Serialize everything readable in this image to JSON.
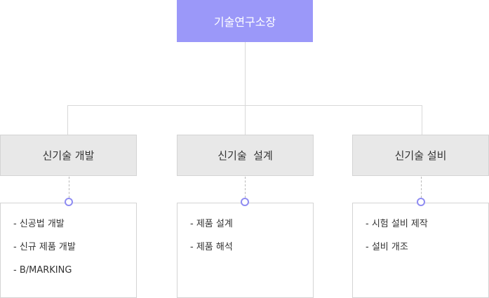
{
  "chart": {
    "top": {
      "label": "기술연구소장"
    },
    "departments": [
      {
        "label": "신기술 개발",
        "tasks": [
          "- 신공법 개발",
          "- 신규 제품 개발",
          "- B/MARKING"
        ]
      },
      {
        "label": "신기술  설계",
        "tasks": [
          "- 제품 설계",
          "- 제품 해석"
        ]
      },
      {
        "label": "신기술 설비",
        "tasks": [
          "- 시험 설비 제작",
          "- 설비 개조"
        ]
      }
    ]
  },
  "colors": {
    "top_box": "#9b98f9",
    "dept_box": "#e8e8e8",
    "connector": "#d8d8d8",
    "dot_ring": "#8f8cf2"
  }
}
